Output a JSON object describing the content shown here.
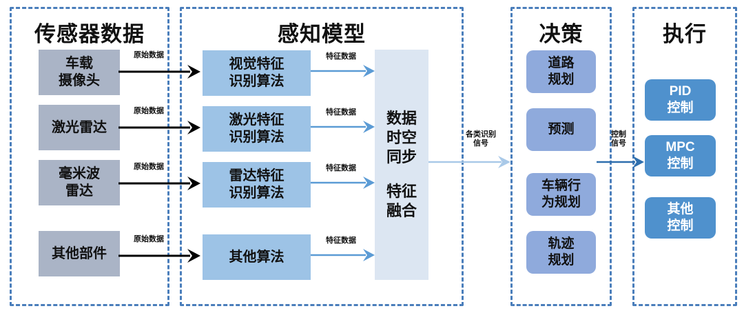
{
  "diagram": {
    "title_panels": [
      {
        "id": "sensor-data",
        "label": "传感器数据"
      },
      {
        "id": "perception-model",
        "label": "感知模型"
      },
      {
        "id": "decision",
        "label": "决策"
      },
      {
        "id": "execution",
        "label": "执行"
      }
    ],
    "colors": {
      "panel_border": "#4a7ebb",
      "sensor_box": "#aab4c6",
      "algo_box": "#9dc3e6",
      "fusion_box": "#dce6f2",
      "decision_box": "#8faadc",
      "exec_box": "#4f91cd",
      "black_arrow": "#000000",
      "blue_arrow": "#5b9bd5",
      "pale_arrow": "#a9c9e8"
    }
  },
  "sensors": {
    "panel_label": "传感器数据",
    "items": [
      {
        "label": "车载\n摄像头"
      },
      {
        "label": "激光雷达"
      },
      {
        "label": "毫米波\n雷达"
      },
      {
        "label": "其他部件"
      }
    ]
  },
  "perception": {
    "panel_label": "感知模型",
    "algorithms": [
      {
        "label": "视觉特征\n识别算法"
      },
      {
        "label": "激光特征\n识别算法"
      },
      {
        "label": "雷达特征\n识别算法"
      },
      {
        "label": "其他算法"
      }
    ],
    "fusion": {
      "line1": "数据\n时空\n同步",
      "line2": "特征\n融合"
    }
  },
  "decision": {
    "panel_label": "决策",
    "items": [
      {
        "label": "道路\n规划"
      },
      {
        "label": "预测"
      },
      {
        "label": "车辆行\n为规划"
      },
      {
        "label": "轨迹\n规划"
      }
    ]
  },
  "execution": {
    "panel_label": "执行",
    "items": [
      {
        "label": "PID\n控制"
      },
      {
        "label": "MPC\n控制"
      },
      {
        "label": "其他\n控制"
      }
    ]
  },
  "edges": {
    "raw_data": "原始数据",
    "feature_data": "特征数据",
    "recognition_signals": "各类识别\n信号",
    "control_signals": "控制\n信号"
  }
}
